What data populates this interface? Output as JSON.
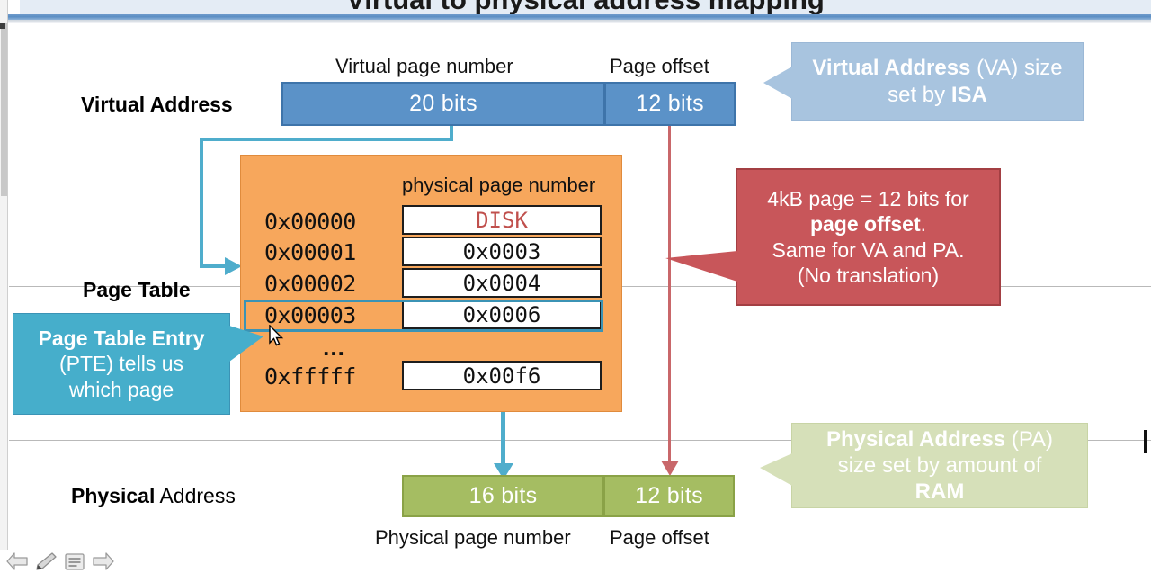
{
  "window": {
    "title": "Virtual to physical address mapping",
    "toolbar": {
      "back_label": "back-arrow",
      "pen_label": "pen",
      "menu_label": "menu",
      "forward_label": "forward-arrow"
    }
  },
  "diagram": {
    "virtual_address": {
      "row_label": "Virtual Address",
      "caption_vpn": "Virtual page number",
      "caption_offset": "Page offset",
      "vpn_bits": "20 bits",
      "offset_bits": "12 bits",
      "fill_color": "#5b92c8",
      "border_color": "#3e74aa"
    },
    "page_table": {
      "label": "Page Table",
      "column_header": "physical page number",
      "fill_color": "#f7a75c",
      "ellipsis": "…",
      "rows": [
        {
          "index": "0x00000",
          "value": "DISK",
          "is_disk": true
        },
        {
          "index": "0x00001",
          "value": "0x0003",
          "is_disk": false
        },
        {
          "index": "0x00002",
          "value": "0x0004",
          "is_disk": false
        },
        {
          "index": "0x00003",
          "value": "0x0006",
          "is_disk": false
        },
        {
          "index": "0xfffff",
          "value": "0x00f6",
          "is_disk": false
        }
      ],
      "highlighted_index": "0x00003",
      "highlight_color": "#3b93b5",
      "disk_text_color": "#c0504d"
    },
    "physical_address": {
      "row_label_bold": "Physical",
      "row_label_rest": " Address",
      "caption_ppn": "Physical page number",
      "caption_offset": "Page offset",
      "ppn_bits": "16 bits",
      "offset_bits": "12 bits",
      "fill_color": "#a5bd62",
      "border_color": "#8aa247"
    },
    "callouts": {
      "va_note": {
        "line1_bold": "Virtual Address",
        "line1_rest": " (VA) size",
        "line2_pre": "set by ",
        "line2_bold": "ISA",
        "color": "#a8c4df"
      },
      "offset_note": {
        "line1": "4kB page = 12 bits for",
        "line2_bold": "page offset",
        "line2_rest": ".",
        "line3": "Same for VA and PA.",
        "line4": "(No translation)",
        "color": "#c8565a"
      },
      "pte_note": {
        "line1_bold": "Page Table Entry",
        "line2": "(PTE) tells us",
        "line3": "which page",
        "color": "#46aecb"
      },
      "pa_note": {
        "line1_bold": "Physical Address",
        "line1_rest": " (PA)",
        "line2": "size set by amount of",
        "line3_bold": "RAM",
        "color": "#d6e0b9"
      }
    }
  }
}
